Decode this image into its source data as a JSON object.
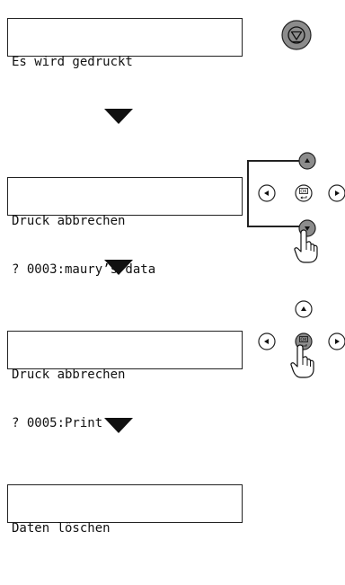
{
  "steps": [
    {
      "display": {
        "line1": "Es wird gedruckt",
        "line2": ""
      },
      "control": "stop-button"
    },
    {
      "display": {
        "line1": "Druck abbrechen",
        "line2": "? 0003:maury’s data"
      },
      "control": "down-arrow-button"
    },
    {
      "display": {
        "line1": "Druck abbrechen",
        "line2": "? 0005:Print"
      },
      "control": "ok-button"
    },
    {
      "display": {
        "line1": "Daten löschen",
        "line2": ""
      },
      "control": "none"
    }
  ],
  "button_labels": {
    "ok": "OK"
  },
  "colors": {
    "pressed_button": "#8c8c8c",
    "outline": "#222222",
    "arrow": "#111111"
  },
  "icons": [
    "stop-icon",
    "arrow-down-icon",
    "arrow-up-icon",
    "arrow-left-icon",
    "arrow-right-icon",
    "hand-pointer-icon"
  ]
}
